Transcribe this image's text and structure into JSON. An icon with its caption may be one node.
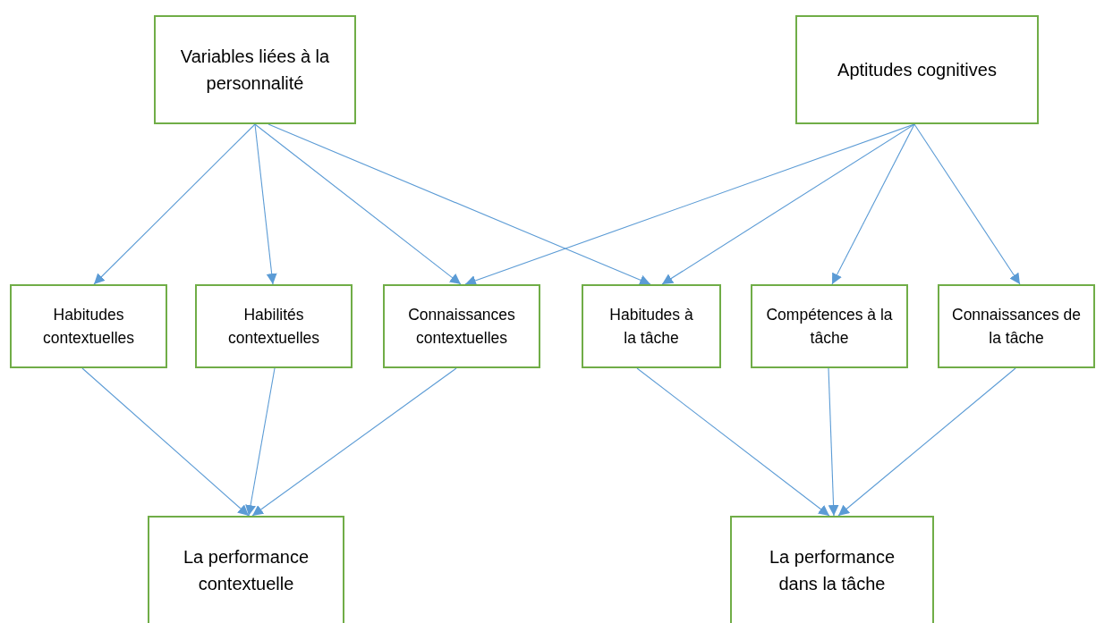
{
  "diagram": {
    "nodes": [
      {
        "text": [
          "Variables liées à la personnalité"
        ]
      },
      {
        "text": [
          "Aptitudes cognitives"
        ]
      },
      {
        "text": [
          "Habitudes contextuelles"
        ]
      },
      {
        "text": [
          "Habilités contextuelles"
        ]
      },
      {
        "text": [
          "Connaissances contextuelles"
        ]
      },
      {
        "text": [
          "Habitudes à la tâche"
        ]
      },
      {
        "text": [
          "Compétences à la tâche"
        ]
      },
      {
        "text": [
          "Connaissances de la tâche"
        ]
      },
      {
        "text": [
          "La performance contextuelle"
        ]
      },
      {
        "text": [
          "La performance dans la tâche"
        ]
      }
    ],
    "edges": [
      {
        "from": 0,
        "to": 2,
        "arrow": "to"
      },
      {
        "from": 0,
        "to": 3,
        "arrow": "to"
      },
      {
        "from": 0,
        "to": 4,
        "arrow": "to"
      },
      {
        "from": 0,
        "to": 5,
        "arrow": "to"
      },
      {
        "from": 1,
        "to": 4,
        "arrow": "to"
      },
      {
        "from": 1,
        "to": 5,
        "arrow": "to"
      },
      {
        "from": 1,
        "to": 6,
        "arrow": "to"
      },
      {
        "from": 1,
        "to": 7,
        "arrow": "to"
      },
      {
        "from": 2,
        "to": 8,
        "arrow": "to"
      },
      {
        "from": 3,
        "to": 8,
        "arrow": "to"
      },
      {
        "from": 4,
        "to": 8,
        "arrow": "to"
      },
      {
        "from": 5,
        "to": 9,
        "arrow": "to"
      },
      {
        "from": 6,
        "to": 9,
        "arrow": "to"
      },
      {
        "from": 7,
        "to": 9,
        "arrow": "to"
      }
    ]
  }
}
